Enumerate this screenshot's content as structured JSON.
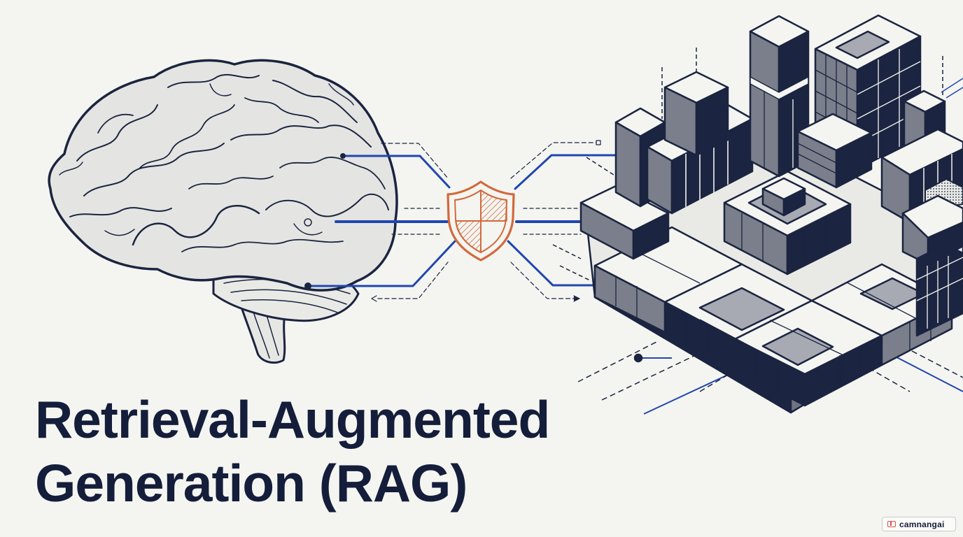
{
  "title": {
    "line1": "Retrieval-Augmented",
    "line2": "Generation (RAG)"
  },
  "watermark": {
    "text": "camnangai",
    "icon": "book-icon"
  },
  "illustration": {
    "left": "brain-icon",
    "center": "shield-icon",
    "right": "isometric-city-icon"
  },
  "colors": {
    "background": "#f4f5f1",
    "navy": "#1b2440",
    "blue_connector": "#2146b0",
    "shield_orange": "#d2693a",
    "brain_gray": "#e4e5e2",
    "text": "#141d3a"
  }
}
